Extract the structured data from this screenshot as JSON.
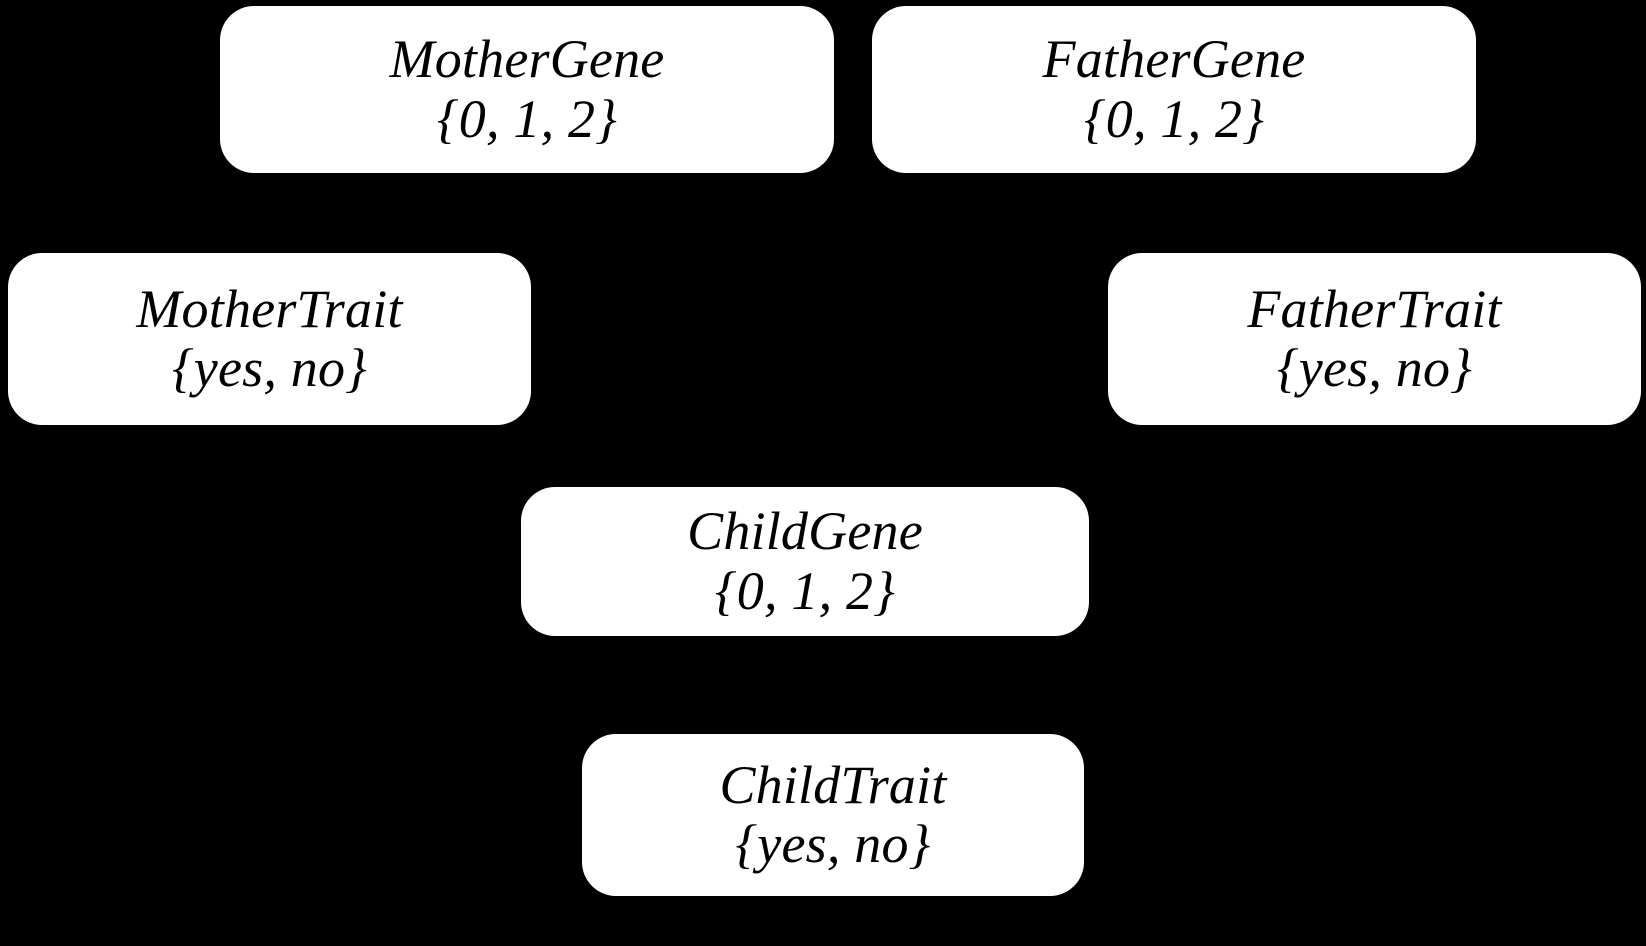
{
  "diagram": {
    "type": "bayesian-network",
    "title": "Family genetic inheritance Bayesian network",
    "background_color": "#000000",
    "node_fill_color": "#ffffff",
    "node_text_color": "#000000",
    "nodes": [
      {
        "id": "mother-gene",
        "name": "MotherGene",
        "domain": "{0, 1, 2}",
        "values": [
          "0",
          "1",
          "2"
        ]
      },
      {
        "id": "father-gene",
        "name": "FatherGene",
        "domain": "{0, 1, 2}",
        "values": [
          "0",
          "1",
          "2"
        ]
      },
      {
        "id": "mother-trait",
        "name": "MotherTrait",
        "domain": "{yes, no}",
        "values": [
          "yes",
          "no"
        ]
      },
      {
        "id": "father-trait",
        "name": "FatherTrait",
        "domain": "{yes, no}",
        "values": [
          "yes",
          "no"
        ]
      },
      {
        "id": "child-gene",
        "name": "ChildGene",
        "domain": "{0, 1, 2}",
        "values": [
          "0",
          "1",
          "2"
        ]
      },
      {
        "id": "child-trait",
        "name": "ChildTrait",
        "domain": "{yes, no}",
        "values": [
          "yes",
          "no"
        ]
      }
    ]
  }
}
